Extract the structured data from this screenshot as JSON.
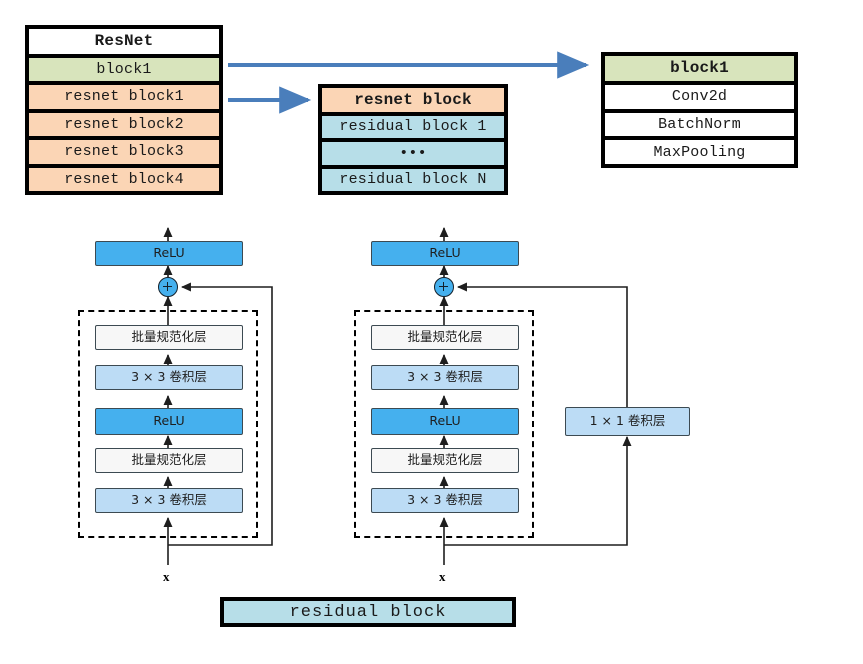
{
  "figure": {
    "caption": "residual block",
    "caption_fill": "#b7dee8"
  },
  "palette": {
    "green": "#d8e4bc",
    "orange": "#fbd5b5",
    "light_blue": "#b7dee8",
    "white": "#ffffff",
    "relu_blue": "#45b0ee",
    "conv_blue": "#bcdcf5",
    "bn_gray": "#f7f7f7",
    "arrow_blue": "#4a7ebb",
    "outline_black": "#000000"
  },
  "resnet_box": {
    "title": "ResNet",
    "rows": [
      {
        "label": "ResNet",
        "fill": "white",
        "head": true
      },
      {
        "label": "block1",
        "fill": "green",
        "head": false
      },
      {
        "label": "resnet block1",
        "fill": "orange",
        "head": false
      },
      {
        "label": "resnet block2",
        "fill": "orange",
        "head": false
      },
      {
        "label": "resnet block3",
        "fill": "orange",
        "head": false
      },
      {
        "label": "resnet block4",
        "fill": "orange",
        "head": false
      }
    ]
  },
  "resnet_block_box": {
    "title": "resnet block",
    "rows": [
      {
        "label": "resnet block",
        "fill": "orange",
        "head": true
      },
      {
        "label": "residual block 1",
        "fill": "blue",
        "head": false
      },
      {
        "label": "•••",
        "fill": "blue",
        "head": false
      },
      {
        "label": "residual block N",
        "fill": "blue",
        "head": false
      }
    ]
  },
  "block1_box": {
    "title": "block1",
    "rows": [
      {
        "label": "block1",
        "fill": "green",
        "head": true
      },
      {
        "label": "Conv2d",
        "fill": "white",
        "head": false
      },
      {
        "label": "BatchNorm",
        "fill": "white",
        "head": false
      },
      {
        "label": "MaxPooling",
        "fill": "white",
        "head": false
      }
    ]
  },
  "connectors": [
    {
      "name": "block1-to-block1-detail",
      "from": "ResNet.block1",
      "to": "block1",
      "color": "#4a7ebb"
    },
    {
      "name": "resnet-block1-to-resnet-block",
      "from": "ResNet.resnet block1",
      "to": "resnet block",
      "color": "#4a7ebb"
    }
  ],
  "residual_simple": {
    "name": "residual block without 1x1 convolution",
    "input_label": "x",
    "output_activation": "ReLU",
    "add_node": "+",
    "stack_bottom_to_top": [
      {
        "label": "3 × 3 卷积层",
        "kind": "conv"
      },
      {
        "label": "批量规范化层",
        "kind": "bn"
      },
      {
        "label": "ReLU",
        "kind": "relu"
      },
      {
        "label": "3 × 3 卷积层",
        "kind": "conv"
      },
      {
        "label": "批量规范化层",
        "kind": "bn"
      }
    ],
    "shortcut": "identity"
  },
  "residual_1x1": {
    "name": "residual block with 1x1 convolution",
    "input_label": "x",
    "output_activation": "ReLU",
    "add_node": "+",
    "stack_bottom_to_top": [
      {
        "label": "3 × 3 卷积层",
        "kind": "conv"
      },
      {
        "label": "批量规范化层",
        "kind": "bn"
      },
      {
        "label": "ReLU",
        "kind": "relu"
      },
      {
        "label": "3 × 3 卷积层",
        "kind": "conv"
      },
      {
        "label": "批量规范化层",
        "kind": "bn"
      }
    ],
    "shortcut": "1 × 1 卷积层"
  }
}
